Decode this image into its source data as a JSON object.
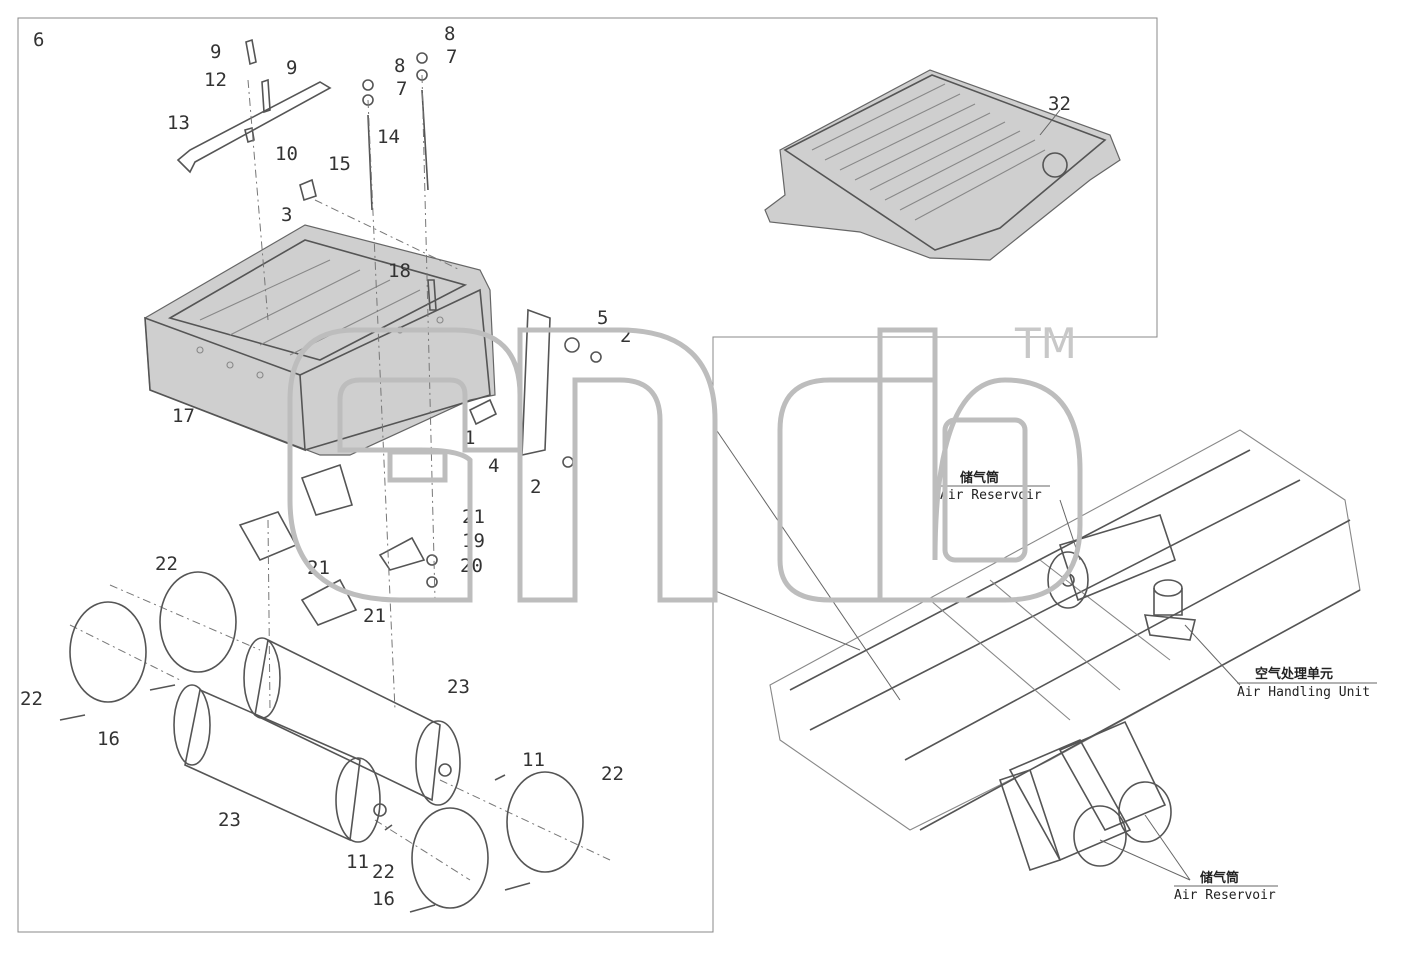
{
  "group_label": "6",
  "cover_callout": "32",
  "callouts": [
    "1",
    "2",
    "2",
    "3",
    "4",
    "5",
    "7",
    "7",
    "8",
    "8",
    "9",
    "9",
    "10",
    "11",
    "11",
    "12",
    "13",
    "14",
    "15",
    "16",
    "16",
    "17",
    "18",
    "19",
    "20",
    "21",
    "21",
    "21",
    "22",
    "22",
    "22",
    "22",
    "23",
    "23"
  ],
  "watermark": {
    "trademark": "TM"
  },
  "chassis_annotations": {
    "air_reservoir_top_cn": "储气筒",
    "air_reservoir_top_en": "Air Reservoir",
    "air_handling_unit_cn": "空气处理单元",
    "air_handling_unit_en": "Air Handling Unit",
    "air_reservoir_bottom_cn": "储气筒",
    "air_reservoir_bottom_en": "Air Reservoir"
  }
}
